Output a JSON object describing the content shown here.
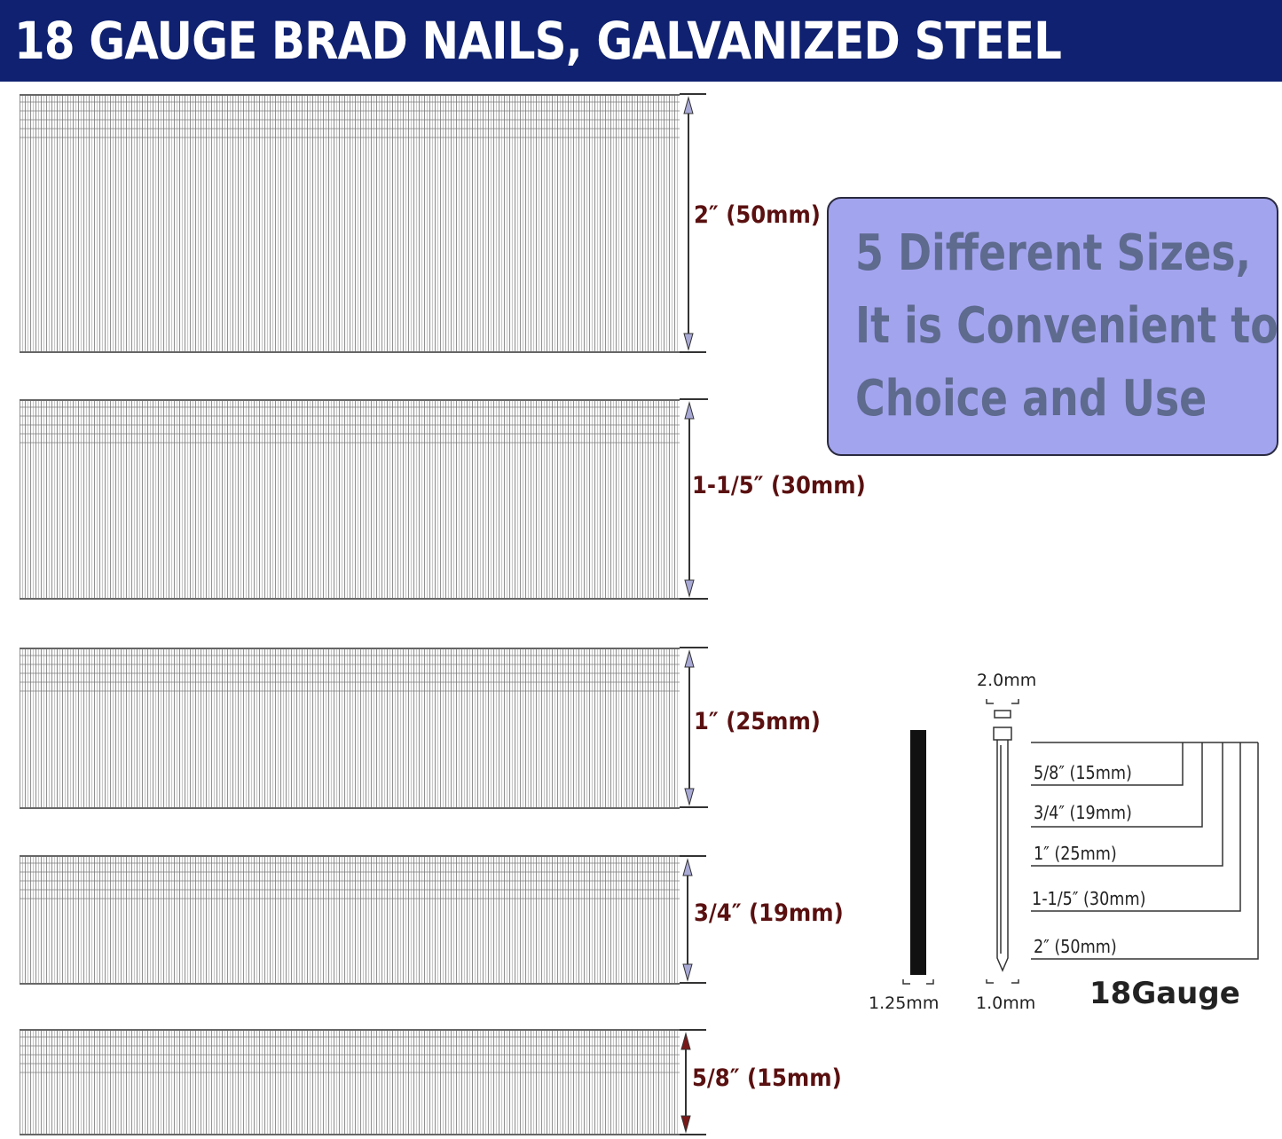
{
  "header": {
    "title": "18 GAUGE BRAD NAILS, GALVANIZED STEEL"
  },
  "strips": [
    {
      "label": "2″ (50mm)"
    },
    {
      "label": "1-1/5″ (30mm)"
    },
    {
      "label": "1″ (25mm)"
    },
    {
      "label": "3/4″ (19mm)"
    },
    {
      "label": "5/8″ (15mm)"
    }
  ],
  "callout": {
    "lines": [
      "5 Different Sizes,",
      "It is Convenient to",
      "Choice and Use"
    ]
  },
  "spec": {
    "head_width": "2.0mm",
    "strip_thickness": "1.25mm",
    "shank_diameter": "1.0mm",
    "gauge": "18Gauge",
    "lengths": [
      "5/8″ (15mm)",
      "3/4″ (19mm)",
      "1″ (25mm)",
      "1-1/5″ (30mm)",
      "2″ (50mm)"
    ]
  },
  "colors": {
    "header_bg": "#0f2170",
    "size_label": "#5a1010",
    "callout_bg": "#a3a4ee",
    "callout_text": "#5e6a8e"
  }
}
